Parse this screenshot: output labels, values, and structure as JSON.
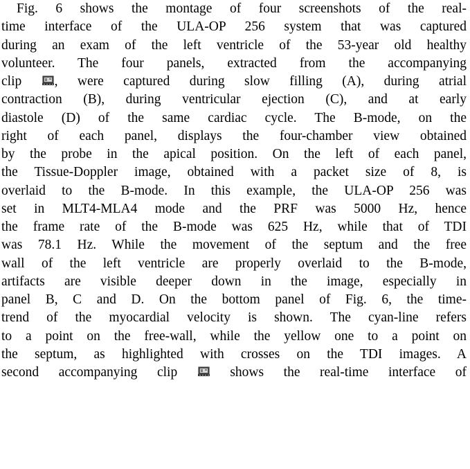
{
  "paragraph": {
    "lines": [
      {
        "text": "Fig. 6 shows the montage of four screenshots of the real-"
      },
      {
        "text": "time interface of the ULA-OP 256 system that was captured"
      },
      {
        "text": "during an exam of the left ventricle of the 53-year old healthy"
      },
      {
        "text": "volunteer. The four panels, extracted from the accompanying"
      },
      {
        "before_icon": "clip ",
        "after_icon": ", were captured during slow filling (A), during atrial"
      },
      {
        "text": "contraction (B), during ventricular ejection (C), and at early"
      },
      {
        "text": "diastole (D) of the same cardiac cycle. The B-mode, on the"
      },
      {
        "text": "right of each panel, displays the four-chamber view obtained"
      },
      {
        "text": "by the probe in the apical position. On the left of each panel,"
      },
      {
        "text": "the Tissue-Doppler image, obtained with a packet size of 8, is"
      },
      {
        "text": "overlaid to the B-mode. In this example, the ULA-OP 256 was"
      },
      {
        "text": "set in MLT4-MLA4 mode and the PRF was 5000 Hz, hence"
      },
      {
        "text": "the frame rate of the B-mode was 625 Hz, while that of TDI"
      },
      {
        "text": "was 78.1 Hz. While the movement of the septum and the free"
      },
      {
        "text": "wall of the left ventricle are properly overlaid to the B-mode,"
      },
      {
        "text": "artifacts are visible deeper down in the image, especially in"
      },
      {
        "text": "panel B, C and D. On the bottom panel of Fig. 6, the time-"
      },
      {
        "text": "trend of the myocardial velocity is shown. The cyan-line refers"
      },
      {
        "text": "to a point on the free-wall, while the yellow one to a point on"
      },
      {
        "text": "the septum, as highlighted with crosses on the TDI images. A"
      },
      {
        "before_icon": "second accompanying clip ",
        "after_icon": " shows the real-time interface of"
      }
    ]
  },
  "icons": {
    "clip_icon": "film-clip-icon"
  }
}
